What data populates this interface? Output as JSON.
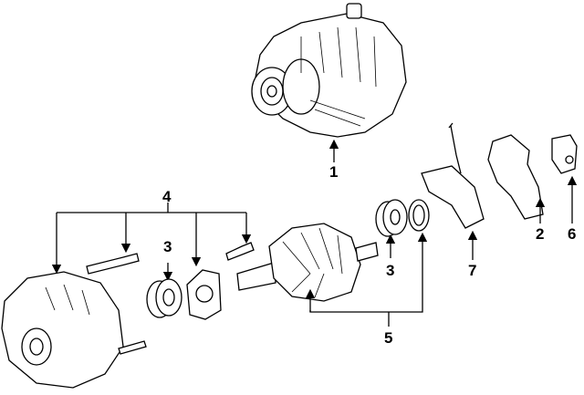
{
  "callouts": [
    {
      "id": "alternator",
      "number": "1"
    },
    {
      "id": "brush-holder",
      "number": "2"
    },
    {
      "id": "bearing-front",
      "number": "3"
    },
    {
      "id": "bearing-rear",
      "number": "3"
    },
    {
      "id": "fasteners",
      "number": "4"
    },
    {
      "id": "rotor",
      "number": "5"
    },
    {
      "id": "terminal-insulator",
      "number": "6"
    },
    {
      "id": "rectifier",
      "number": "7"
    }
  ]
}
